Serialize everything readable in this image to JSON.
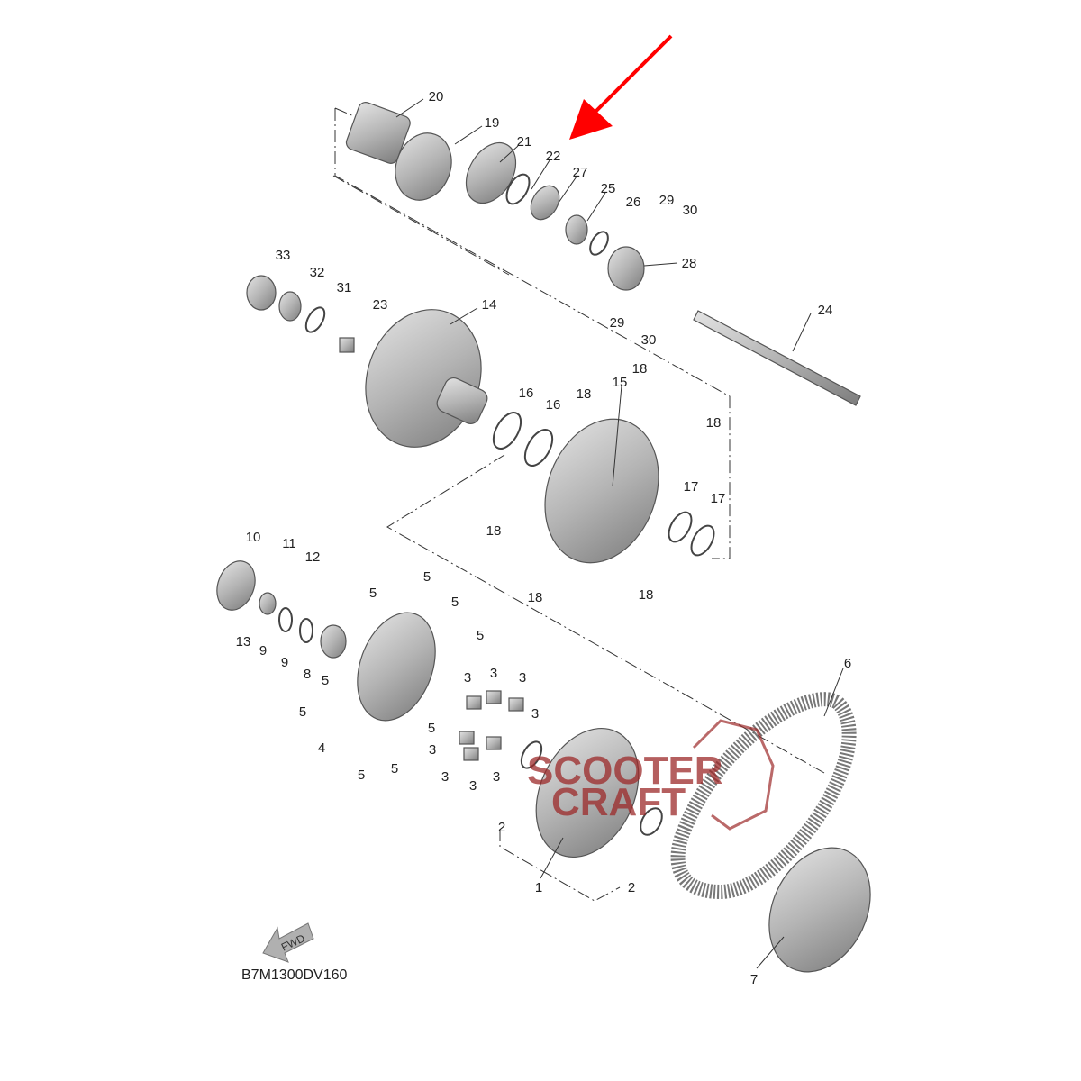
{
  "diagram": {
    "callouts": [
      "20",
      "19",
      "21",
      "22",
      "27",
      "25",
      "26",
      "29",
      "30",
      "28",
      "33",
      "32",
      "31",
      "23",
      "14",
      "24",
      "29",
      "30",
      "18",
      "15",
      "16",
      "16",
      "18",
      "18",
      "17",
      "17",
      "18",
      "18",
      "18",
      "10",
      "11",
      "12",
      "5",
      "5",
      "5",
      "5",
      "13",
      "9",
      "9",
      "8",
      "5",
      "3",
      "3",
      "3",
      "5",
      "3",
      "5",
      "4",
      "3",
      "3",
      "3",
      "3",
      "5",
      "5",
      "6",
      "2",
      "1",
      "2",
      "7"
    ],
    "part_code": "B7M1300DV160",
    "fwd_label": "FWD",
    "highlight_arrow_color": "#ff0000",
    "highlighted_part": "22"
  },
  "watermark": {
    "line1": "SCOOTER",
    "line2": "CRAFT",
    "color": "#9c2a2a"
  }
}
